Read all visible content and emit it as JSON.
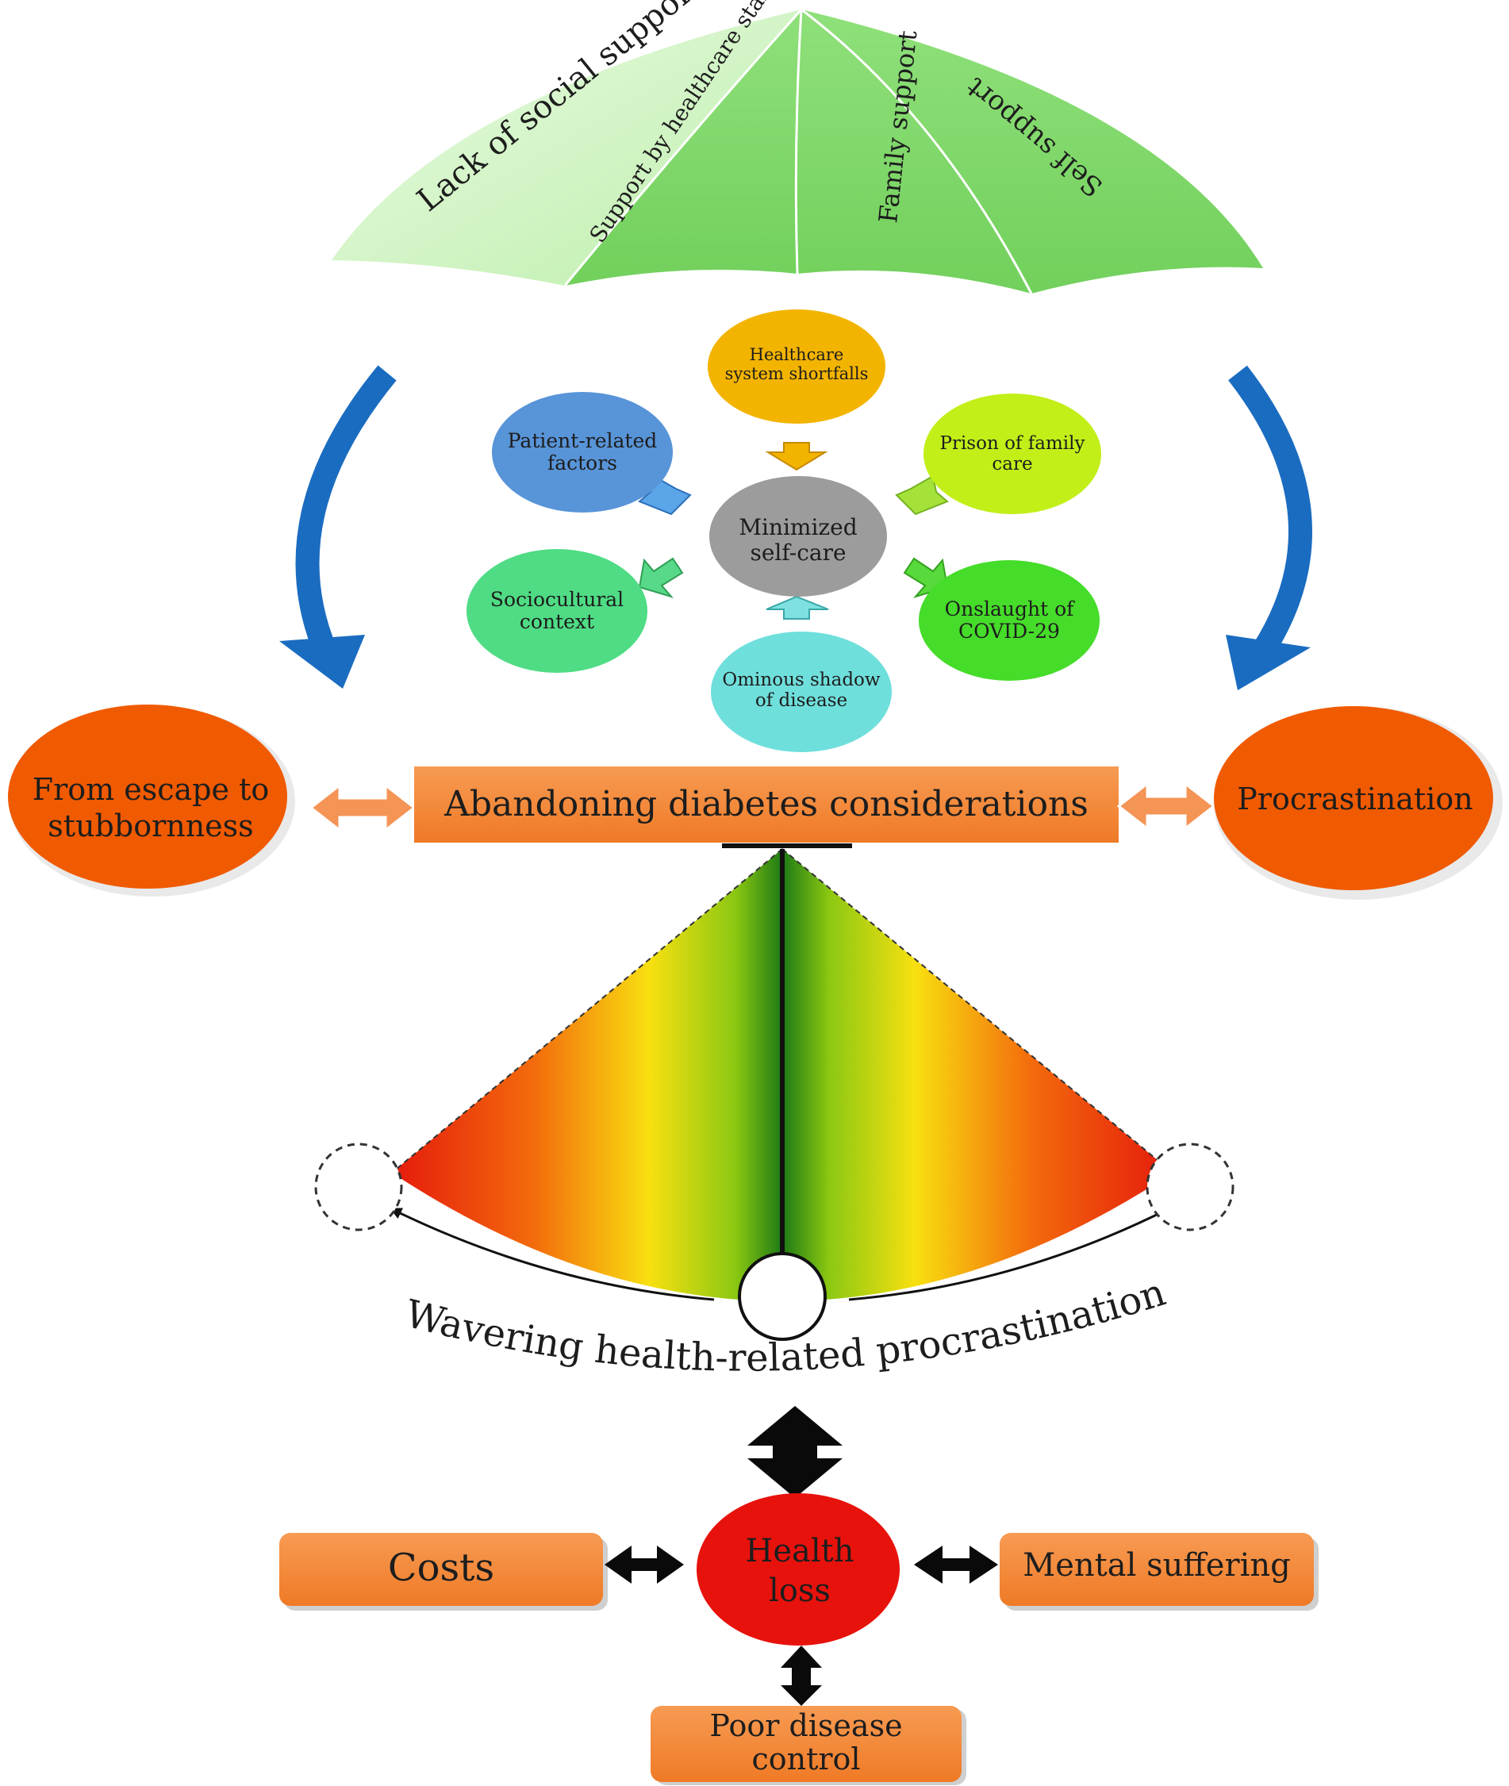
{
  "umbrella": {
    "panels": [
      {
        "label": "Lack of social support"
      },
      {
        "label": "Support by healthcare staff"
      },
      {
        "label": "Family support"
      },
      {
        "label": "Self support"
      }
    ]
  },
  "center": {
    "hub": {
      "line1": "Minimized",
      "line2": "self-care"
    },
    "factors": [
      {
        "line1": "Healthcare",
        "line2": "system shortfalls"
      },
      {
        "line1": "Prison of family",
        "line2": "care"
      },
      {
        "line1": "Onslaught of",
        "line2": "COVID-29"
      },
      {
        "line1": "Ominous shadow",
        "line2": "of disease"
      },
      {
        "line1": "Sociocultural",
        "line2": "context"
      },
      {
        "line1": "Patient-related",
        "line2": "factors"
      }
    ]
  },
  "middle": {
    "left": {
      "line1": "From escape to",
      "line2": "stubbornness"
    },
    "center": "Abandoning diabetes considerations",
    "right": "Procrastination"
  },
  "pendulum": {
    "caption": "Wavering health-related procrastination"
  },
  "outcomes": {
    "hub": {
      "line1": "Health",
      "line2": "loss"
    },
    "left": "Costs",
    "right": "Mental suffering",
    "bottom": {
      "line1": "Poor disease",
      "line2": "control"
    }
  },
  "colors": {
    "umbrella_light": "#d6f5c8",
    "umbrella_green": "#7fd86a",
    "blue_arrow": "#1a6cc0",
    "orange": "#f47c2c",
    "orange_dark": "#f05a00",
    "hub_gray": "#9c9c9c",
    "health_red": "#e8120c"
  }
}
